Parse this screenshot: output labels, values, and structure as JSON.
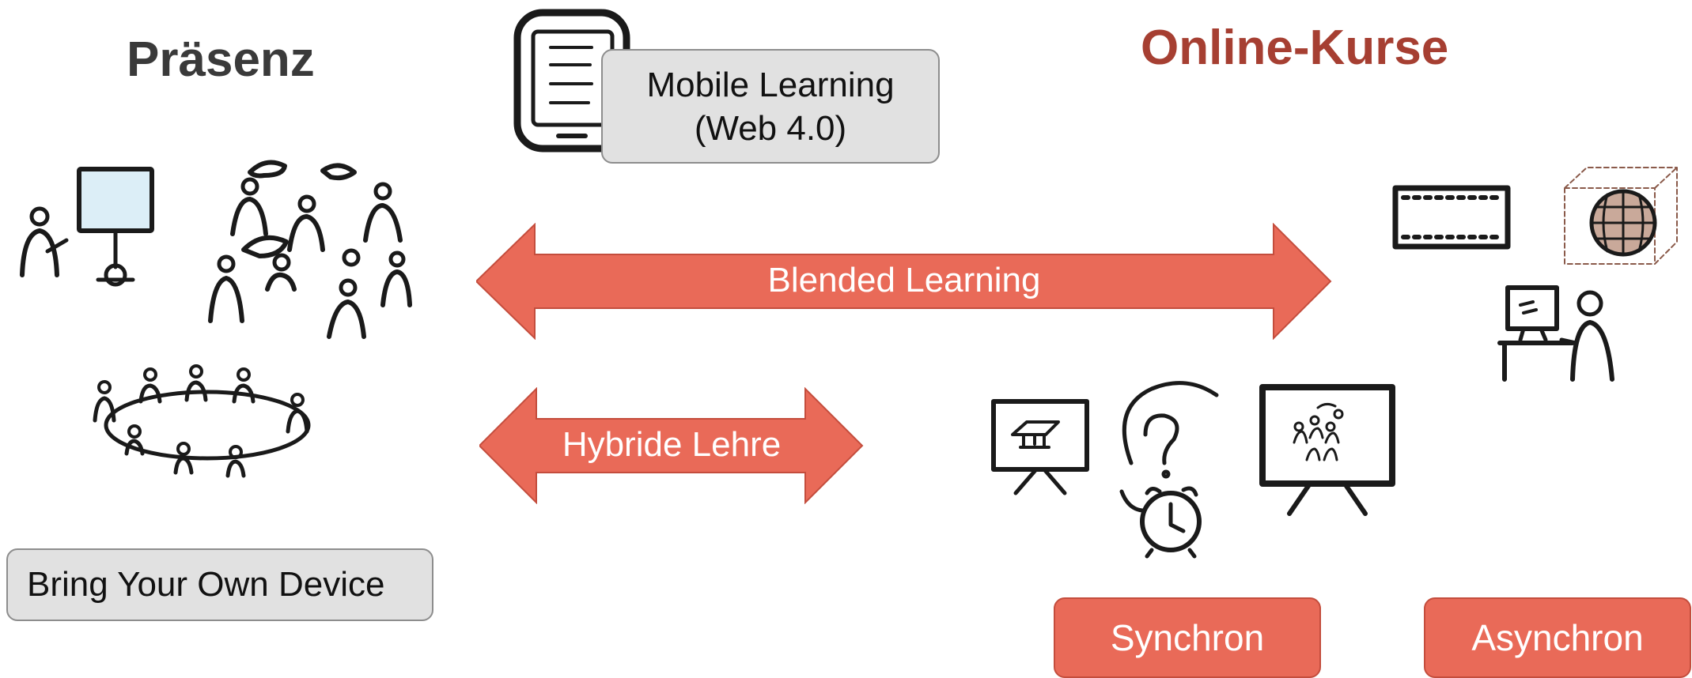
{
  "headings": {
    "presence": "Präsenz",
    "online": "Online-Kurse"
  },
  "boxes": {
    "mobile_line1": "Mobile Learning",
    "mobile_line2": "(Web 4.0)",
    "byod": "Bring Your Own Device",
    "synchron": "Synchron",
    "asynchron": "Asynchron"
  },
  "arrows": {
    "blended": "Blended Learning",
    "hybrid": "Hybride Lehre"
  },
  "colors": {
    "accent_red": "#e96a58",
    "online_heading": "#a63f32",
    "presence_heading": "#3a3a3a",
    "box_gray": "#e1e1e1"
  },
  "icons": [
    "smartphone-icon",
    "presenter-flipchart-icon",
    "group-discussion-icon",
    "round-table-icon",
    "film-strip-icon",
    "globe-cube-icon",
    "computer-user-icon",
    "presentation-board-icon",
    "question-clock-icon",
    "screen-easel-icon"
  ]
}
